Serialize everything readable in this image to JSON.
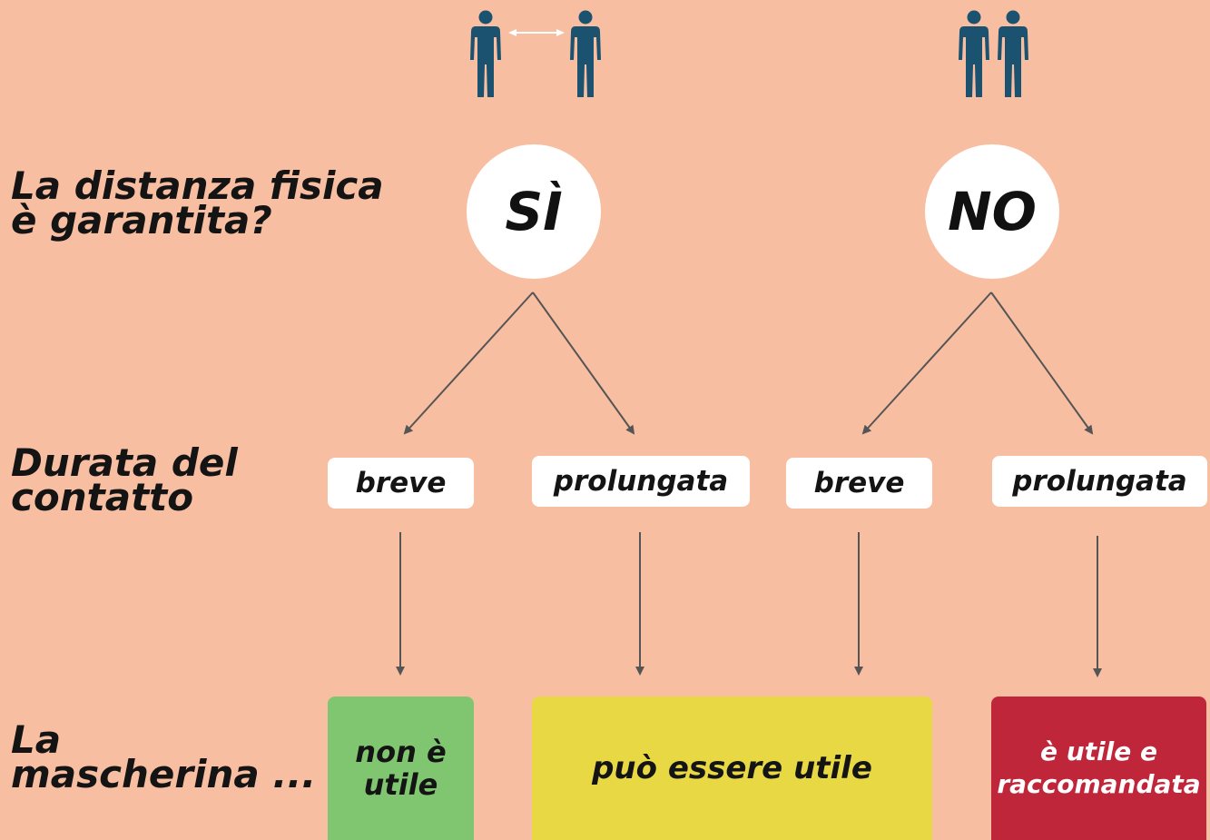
{
  "rows": {
    "distance_question": "La distanza fisica\nè garantita?",
    "contact_duration": "Durata del\ncontatto",
    "mask": "La\nmascherina ..."
  },
  "answers": {
    "yes": "SÌ",
    "no": "NO"
  },
  "durations": {
    "yes_short": "breve",
    "yes_long": "prolungata",
    "no_short": "breve",
    "no_long": "prolungata"
  },
  "outcomes": {
    "not_useful": "non è\nutile",
    "maybe_useful": "può essere utile",
    "recommended": "è utile e\nraccomandata"
  },
  "colors": {
    "background": "#F8BEA1",
    "person": "#1B5270",
    "arrow": "#555555",
    "green": "#80C670",
    "yellow": "#E8D844",
    "red": "#C0263A"
  },
  "icons": [
    "person-icon",
    "distance-arrow-icon"
  ]
}
